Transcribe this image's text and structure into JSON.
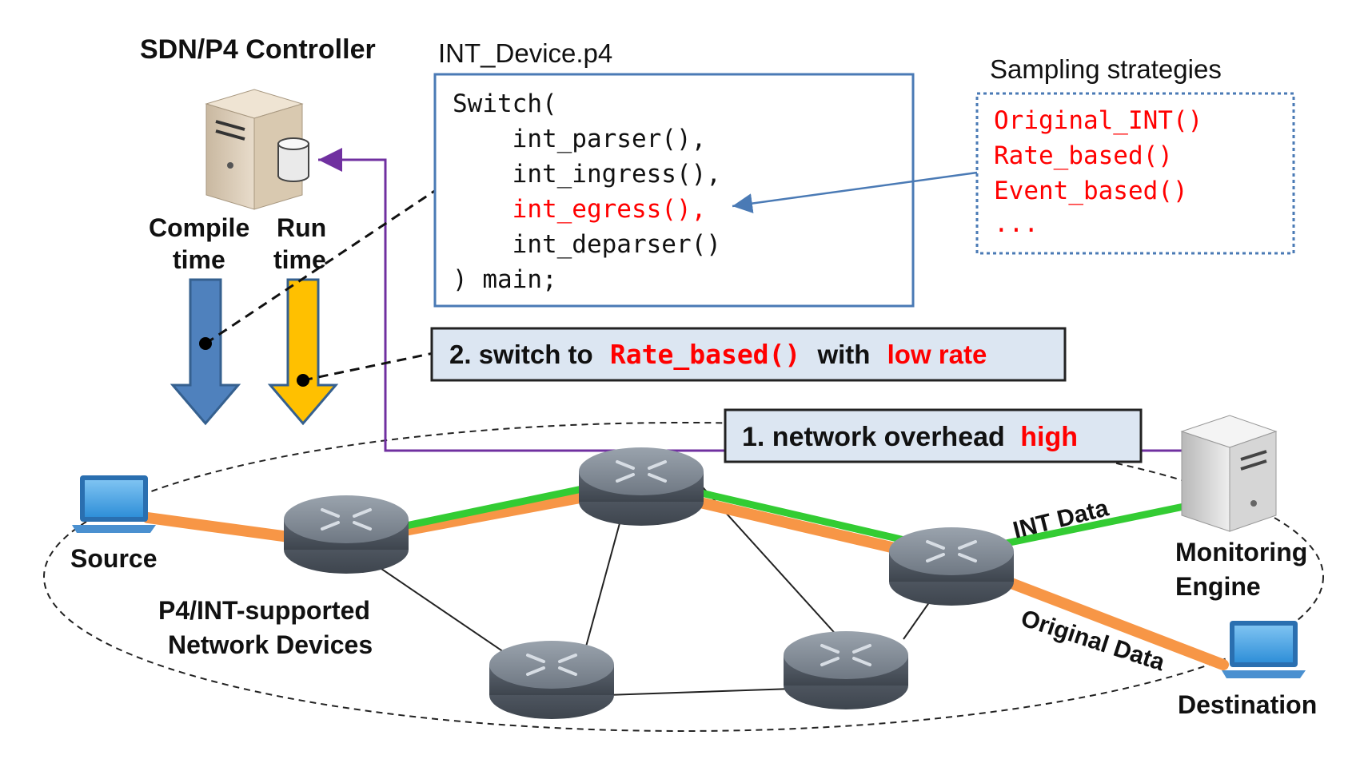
{
  "controller": {
    "title": "SDN/P4 Controller",
    "compile_label_1": "Compile",
    "compile_label_2": "time",
    "run_label_1": "Run",
    "run_label_2": "time"
  },
  "code_box": {
    "filename": "INT_Device.p4",
    "lines": [
      "Switch(",
      "    int_parser(),",
      "    int_ingress(),",
      "    int_egress(),",
      "    int_deparser()",
      ") main;"
    ],
    "highlight_line_index": 3
  },
  "sampling": {
    "title": "Sampling strategies",
    "items": [
      "Original_INT()",
      "Rate_based()",
      "Event_based()",
      "..."
    ]
  },
  "step2": {
    "prefix": "2. switch to",
    "func": "Rate_based()",
    "mid": "with",
    "emph": "low rate"
  },
  "step1": {
    "prefix": "1. network overhead",
    "emph": "high"
  },
  "network": {
    "source_label": "Source",
    "devices_label_1": "P4/INT-supported",
    "devices_label_2": "Network Devices",
    "monitor_label_1": "Monitoring",
    "monitor_label_2": "Engine",
    "destination_label": "Destination",
    "int_data_label": "INT Data",
    "original_data_label": "Original Data"
  },
  "colors": {
    "blue_arrow": "#4f81bd",
    "yellow_arrow": "#ffc000",
    "purple_line": "#7030a0",
    "green_path": "#33cc33",
    "orange_path": "#f79646",
    "red_text": "#ff0000",
    "code_border": "#4a7ab5",
    "label_box_fill": "#dce6f2"
  }
}
